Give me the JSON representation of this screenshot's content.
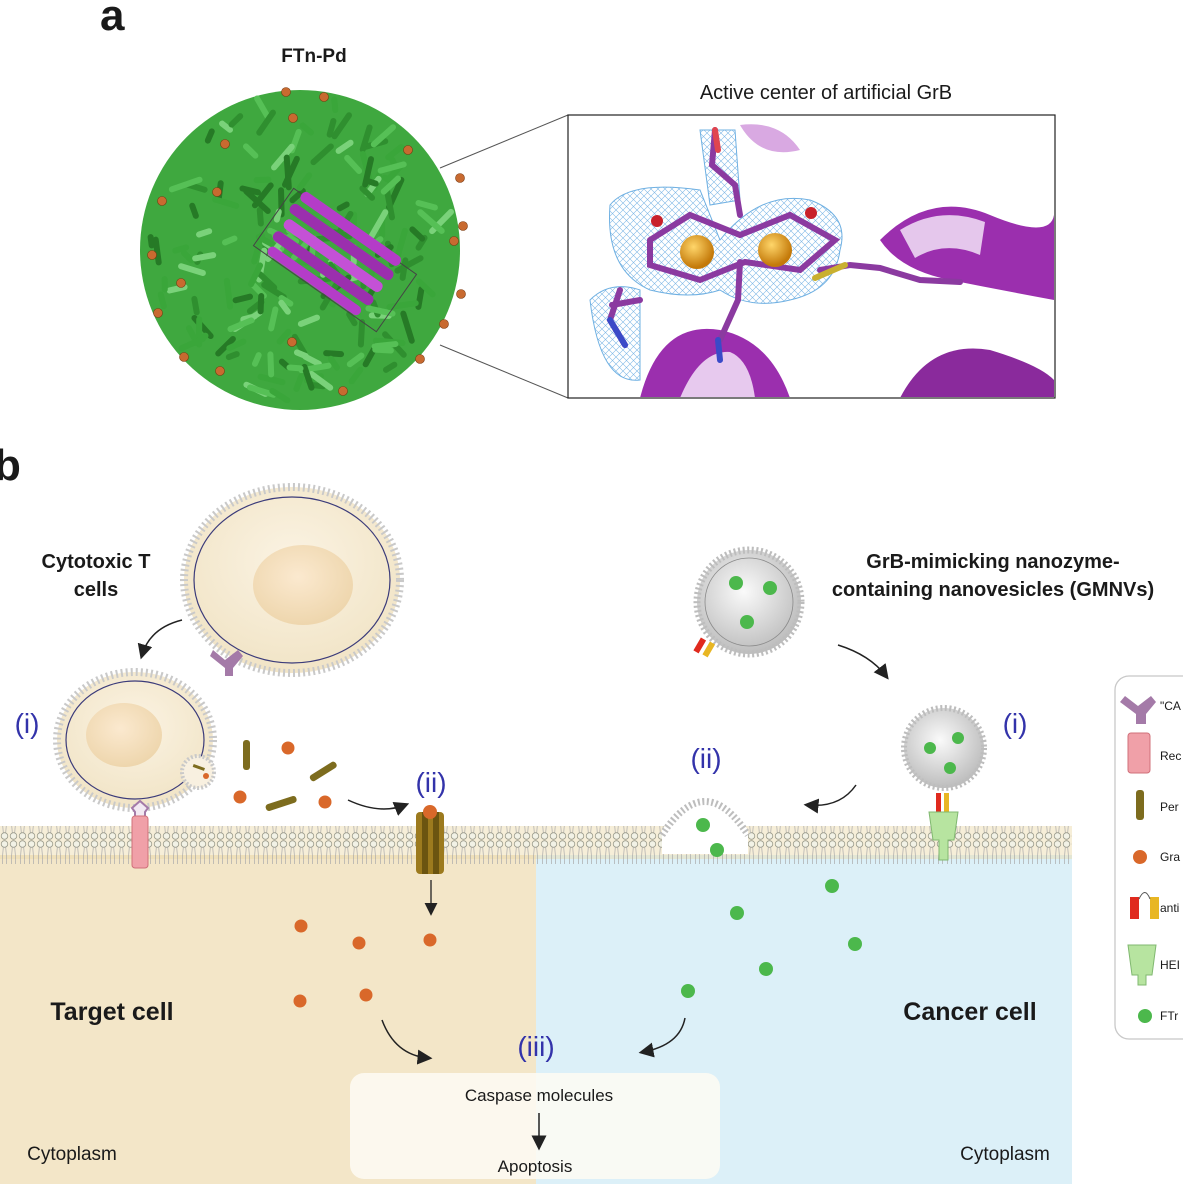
{
  "panel_a": {
    "letter": "a",
    "protein_label": "FTn-Pd",
    "inset_title": "Active center of artificial GrB"
  },
  "panel_b": {
    "letter": "b",
    "t_cell_label": [
      "Cytotoxic T",
      "cells"
    ],
    "gmnv_label": [
      "GrB-mimicking nanozyme-",
      "containing nanovesicles (GMNVs)"
    ],
    "step_i": "(i)",
    "step_ii": "(ii)",
    "step_iii": "(iii)",
    "target_cell": "Target cell",
    "cancer_cell": "Cancer cell",
    "cytoplasm": "Cytoplasm",
    "caspase": "Caspase molecules",
    "apoptosis": "Apoptosis"
  },
  "legend": {
    "items": [
      {
        "label": "\"CA",
        "icon": "car-receptor-icon"
      },
      {
        "label": "Rec",
        "icon": "receptor-icon"
      },
      {
        "label": "Per",
        "icon": "perforin-icon"
      },
      {
        "label": "Gra",
        "icon": "granzyme-dot-icon"
      },
      {
        "label": "anti",
        "icon": "antibody-icon"
      },
      {
        "label": "HEI",
        "icon": "her-receptor-icon"
      },
      {
        "label": "FTr",
        "icon": "ftn-dot-icon"
      }
    ]
  },
  "colors": {
    "protein_green": "#3aa63a",
    "helix_purple": "#9b2fae",
    "granzyme_orange": "#d9682a",
    "ftn_green": "#4cb84c",
    "target_bg": "#f3e6c8",
    "cancer_bg": "#dcf0f8",
    "step_blue": "#3333aa"
  }
}
